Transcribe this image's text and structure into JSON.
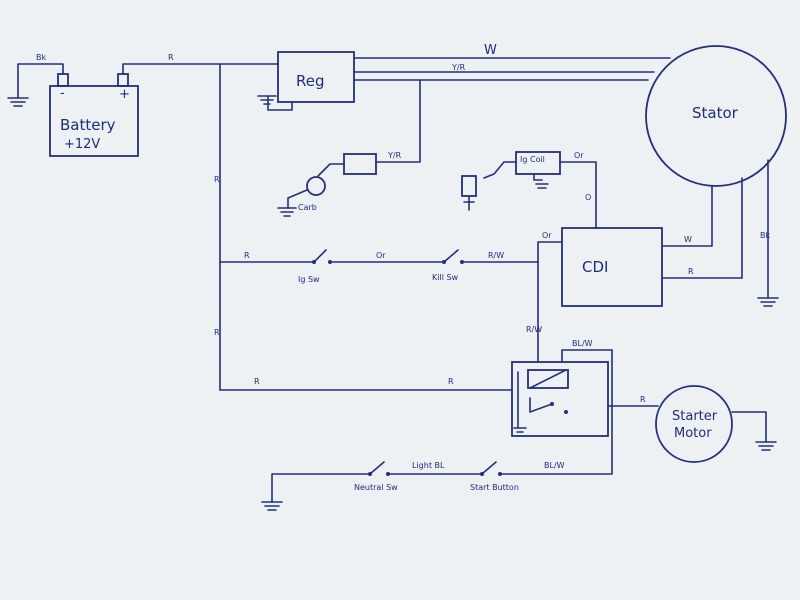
{
  "components": {
    "battery": {
      "name": "Battery",
      "voltage": "+12V",
      "neg": "-",
      "pos": "+"
    },
    "reg": "Reg",
    "stator": "Stator",
    "cdi": "CDI",
    "carb": "Carb",
    "ig_coil": "Ig Coil",
    "ig_sw": "Ig Sw",
    "kill_sw": "Kill Sw",
    "starter_motor": [
      "Starter",
      "Motor"
    ],
    "neutral_sw": "Neutral Sw",
    "start_button": "Start Button"
  },
  "wire_labels": {
    "bk_batt": "Bk",
    "r_top": "R",
    "w_top": "W",
    "yr_top": "Y/R",
    "yr_carb": "Y/R",
    "r_vert": "R",
    "r_lower_vert": "R",
    "r_ig": "R",
    "or_ig": "Or",
    "rw_kill": "R/W",
    "or_coil_h": "Or",
    "or_coil_v": "O",
    "or_cdi": "Or",
    "w_cdi": "W",
    "r_cdi": "R",
    "bk_stator": "Bk",
    "rw_relay": "R/W",
    "blw_relay": "BL/W",
    "r_relay_left": "R",
    "r_relay_mid": "R",
    "r_starter": "R",
    "light_bl": "Light BL",
    "blw_start": "BL/W"
  }
}
